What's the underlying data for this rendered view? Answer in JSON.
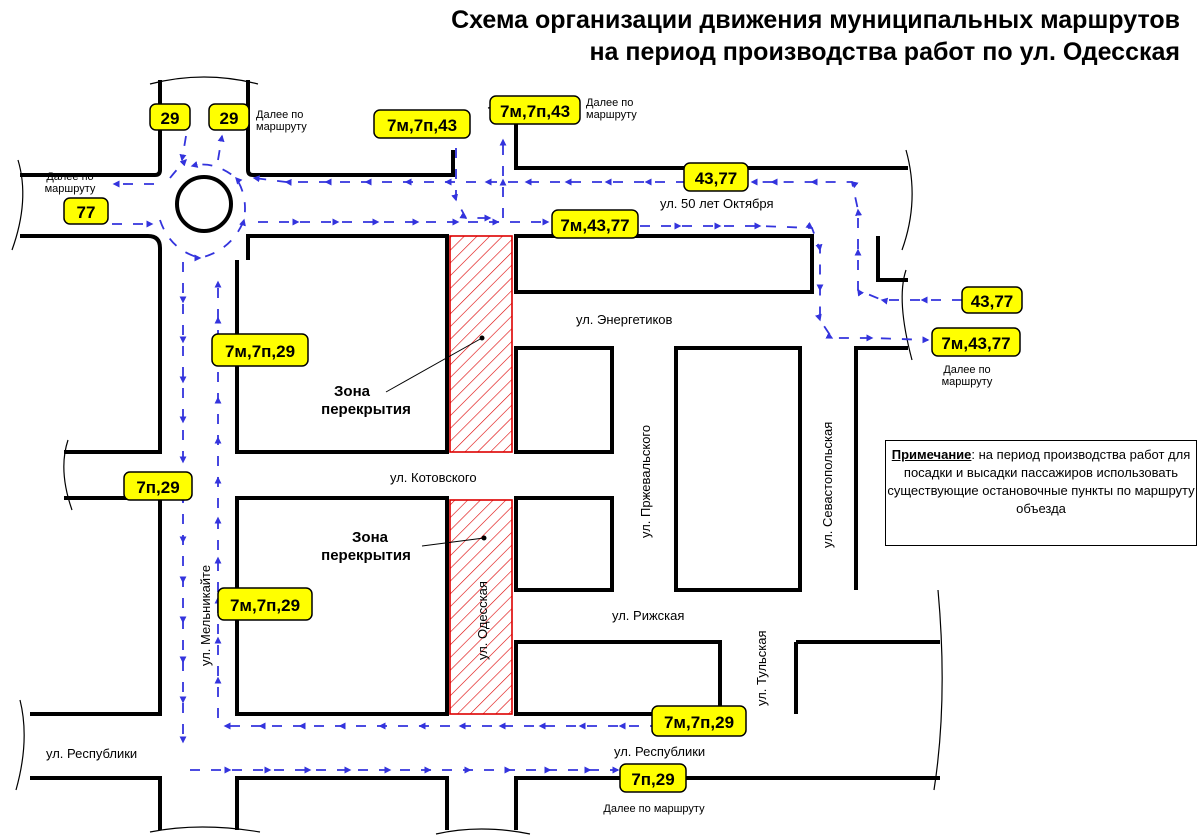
{
  "title": {
    "line1": "Схема организации движения муниципальных маршрутов",
    "line2": "на период производства работ по ул. Одесская"
  },
  "streets": {
    "oktyabrya": "ул. 50 лет Октября",
    "energetikov": "ул. Энергетиков",
    "kotovskogo": "ул. Котовского",
    "rizhskaya": "ул. Рижская",
    "respubliki_left": "ул. Республики",
    "respubliki_right": "ул. Республики",
    "melnikaite": "ул. Мельникайте",
    "odesskaya": "ул. Одесская",
    "przhevalskogo": "ул. Пржевальского",
    "tulskaya": "ул. Тульская",
    "sevastopolskaya": "ул. Севастопольская"
  },
  "zones": {
    "line1": "Зона",
    "line2": "перекрытия"
  },
  "route_labels": {
    "r29_left": "29",
    "r29_right": "29",
    "r77": "77",
    "r7m7p43_a": "7м,7п,43",
    "r7m7p43_b": "7м,7п,43",
    "r43_77_top": "43,77",
    "r7m43_77_top": "7м,43,77",
    "r43_77_right": "43,77",
    "r7m43_77_right": "7м,43,77",
    "r7m7p29_upper": "7м,7п,29",
    "r7p29_left": "7п,29",
    "r7m7p29_lower": "7м,7п,29",
    "r7m7p29_bottom": "7м,7п,29",
    "r7p29_bottom": "7п,29"
  },
  "further": {
    "top_left": "Далее по маршруту",
    "r29": "Далее по маршруту",
    "r43": "Далее по маршруту",
    "right": "Далее по маршруту",
    "bottom": "Далее по маршруту"
  },
  "note": {
    "heading": "Примечание",
    "text": ": на период производства работ для посадки и высадки пассажиров использовать существующие остановочные пункты по маршруту объезда"
  },
  "colors": {
    "route": "#3333dd",
    "label_fill": "#ffff00",
    "zone": "#dd0000",
    "building": "#000000"
  }
}
